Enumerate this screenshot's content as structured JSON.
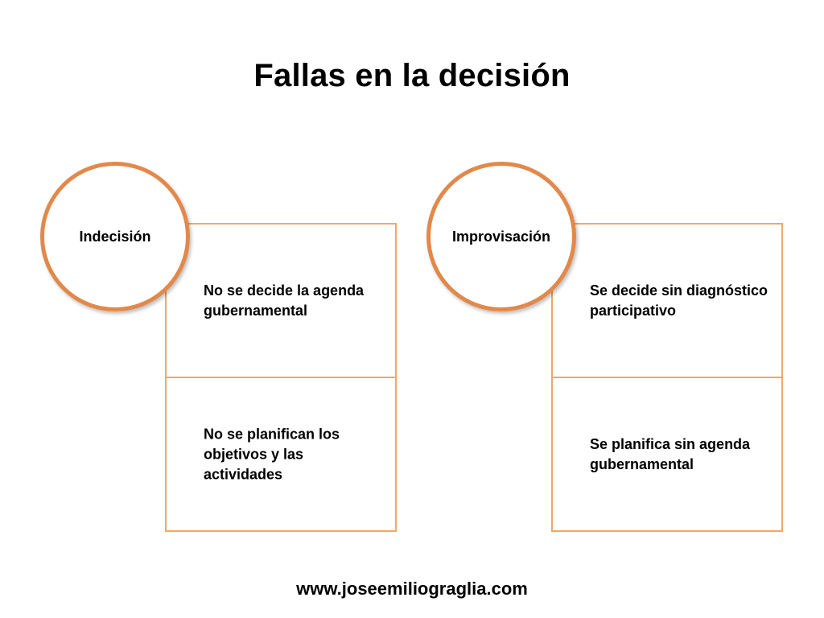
{
  "title": "Fallas en la decisión",
  "colors": {
    "circle_border": "#E2894A",
    "box_border": "#F0A868"
  },
  "groups": [
    {
      "circle": "Indecisión",
      "boxes": [
        "No se decide la agenda gubernamental",
        "No se planifican los objetivos y las actividades"
      ]
    },
    {
      "circle": "Improvisación",
      "boxes": [
        "Se decide sin diagnóstico participativo",
        "Se planifica sin agenda gubernamental"
      ]
    }
  ],
  "footer": "www.joseemiliograglia.com"
}
